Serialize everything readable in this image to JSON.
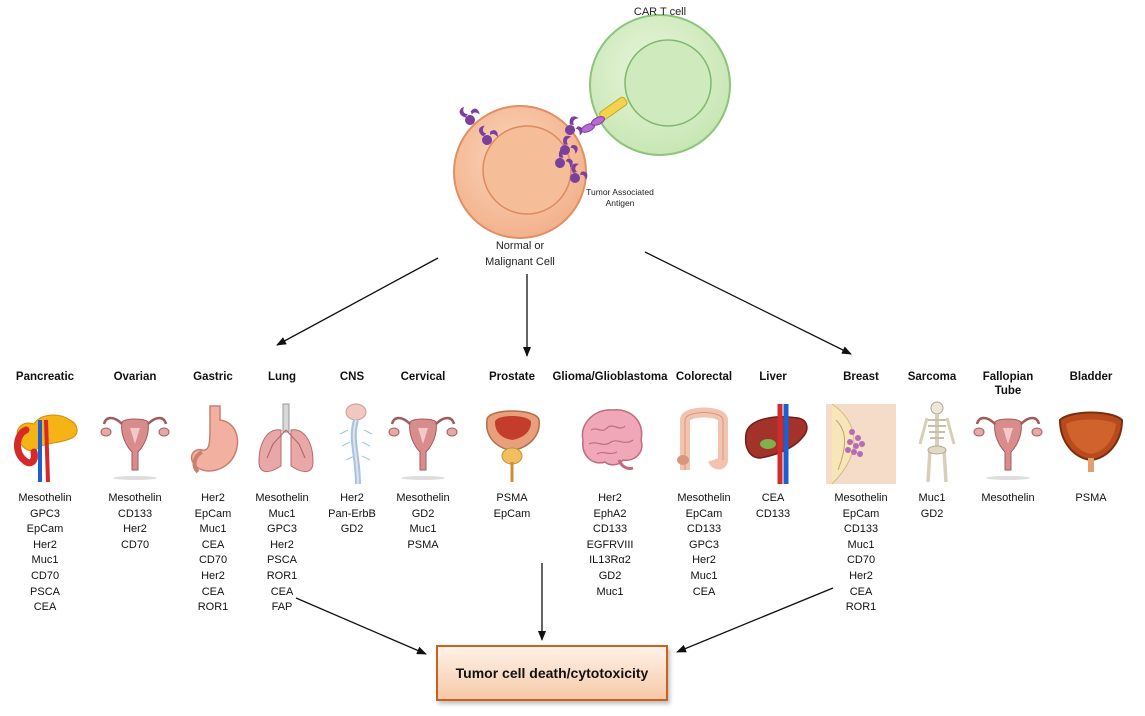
{
  "car_t_label": "CAR T cell",
  "antigen_label": "Tumor Associated Antigen",
  "antigen_label_lines": [
    "Tumor Associated",
    "Antigen"
  ],
  "target_cell_lines": [
    "Normal or",
    "Malignant Cell"
  ],
  "result_label": "Tumor cell death/cytotoxicity",
  "colors": {
    "car_t_fill": "#d4edc4",
    "car_t_stroke": "#8cc57a",
    "target_fill": "#f6c09f",
    "target_stroke": "#e38f63",
    "antigen": "#7b3f9e",
    "receptor": "#f3d24d",
    "result_border": "#c8621f"
  },
  "cancers": [
    {
      "name": "Pancreatic",
      "icon": "pancreas-icon",
      "antigens": [
        "Mesothelin",
        "GPC3",
        "EpCam",
        "Her2",
        "Muc1",
        "CD70",
        "PSCA",
        "CEA"
      ]
    },
    {
      "name": "Ovarian",
      "icon": "uterus-icon",
      "antigens": [
        "Mesothelin",
        "CD133",
        "Her2",
        "CD70"
      ]
    },
    {
      "name": "Gastric",
      "icon": "stomach-icon",
      "antigens": [
        "Her2",
        "EpCam",
        "Muc1",
        "CEA",
        "CD70",
        "Her2",
        "CEA",
        "ROR1"
      ]
    },
    {
      "name": "Lung",
      "icon": "lungs-icon",
      "antigens": [
        "Mesothelin",
        "Muc1",
        "GPC3",
        "Her2",
        "PSCA",
        "ROR1",
        "CEA",
        "FAP"
      ]
    },
    {
      "name": "CNS",
      "icon": "spinal-cord-icon",
      "antigens": [
        "Her2",
        "Pan-ErbB",
        "GD2"
      ]
    },
    {
      "name": "Cervical",
      "icon": "uterus-icon",
      "antigens": [
        "Mesothelin",
        "GD2",
        "Muc1",
        "PSMA"
      ]
    },
    {
      "name": "Prostate",
      "icon": "prostate-icon",
      "antigens": [
        "PSMA",
        "EpCam"
      ]
    },
    {
      "name": "Glioma/Glioblastoma",
      "icon": "brain-icon",
      "antigens": [
        "Her2",
        "EphA2",
        "CD133",
        "EGFRVIII",
        "IL13Rα2",
        "GD2",
        "Muc1"
      ]
    },
    {
      "name": "Colorectal",
      "icon": "colon-icon",
      "antigens": [
        "Mesothelin",
        "EpCam",
        "CD133",
        "GPC3",
        "Her2",
        "Muc1",
        "CEA"
      ]
    },
    {
      "name": "Liver",
      "icon": "liver-icon",
      "antigens": [
        "CEA",
        "CD133"
      ]
    },
    {
      "name": "Breast",
      "icon": "breast-icon",
      "antigens": [
        "Mesothelin",
        "EpCam",
        "CD133",
        "Muc1",
        "CD70",
        "Her2",
        "CEA",
        "ROR1"
      ]
    },
    {
      "name": "Sarcoma",
      "icon": "skeleton-icon",
      "antigens": [
        "Muc1",
        "GD2"
      ]
    },
    {
      "name": "Fallopian Tube",
      "icon": "uterus-icon",
      "antigens": [
        "Mesothelin"
      ]
    },
    {
      "name": "Bladder",
      "icon": "bladder-icon",
      "antigens": [
        "PSMA"
      ]
    }
  ]
}
